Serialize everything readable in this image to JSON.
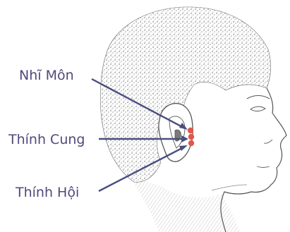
{
  "diagram": {
    "labels": {
      "nhi_mon": "Nhĩ Môn",
      "thinh_cung": "Thính Cung",
      "thinh_hoi": "Thính Hội"
    },
    "colors": {
      "label_text": "#4f4a7a",
      "pointer_line": "#4a4d80",
      "acupoint": "#e2574c",
      "sketch_ink": "#555555"
    },
    "icons": {
      "illustration": "head-side-profile-icon",
      "points": "acupoint-dot-icon"
    }
  }
}
